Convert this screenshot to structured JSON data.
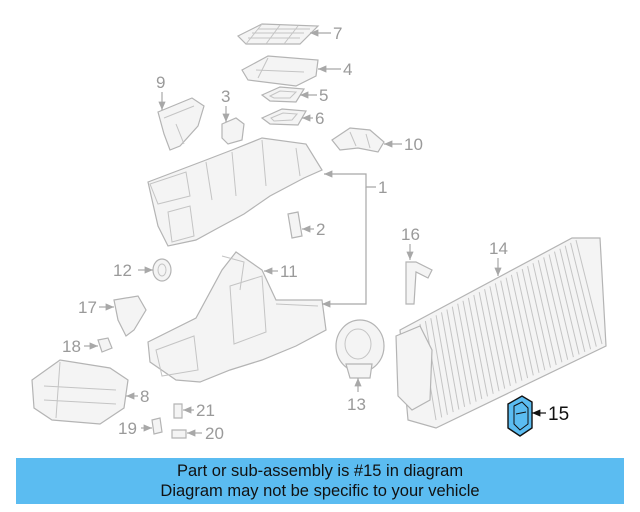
{
  "callouts": {
    "c1": "1",
    "c2": "2",
    "c3": "3",
    "c4": "4",
    "c5": "5",
    "c6": "6",
    "c7": "7",
    "c8": "8",
    "c9": "9",
    "c10": "10",
    "c11": "11",
    "c12": "12",
    "c13": "13",
    "c14": "14",
    "c15": "15",
    "c16": "16",
    "c17": "17",
    "c18": "18",
    "c19": "19",
    "c20": "20",
    "c21": "21"
  },
  "highlight": {
    "part": "15",
    "color": "#5bbcf1"
  },
  "banner": {
    "line1": "Part or sub-assembly is #15 in diagram",
    "line2": "Diagram may not be specific to your vehicle",
    "background": "#5bbcf1"
  }
}
